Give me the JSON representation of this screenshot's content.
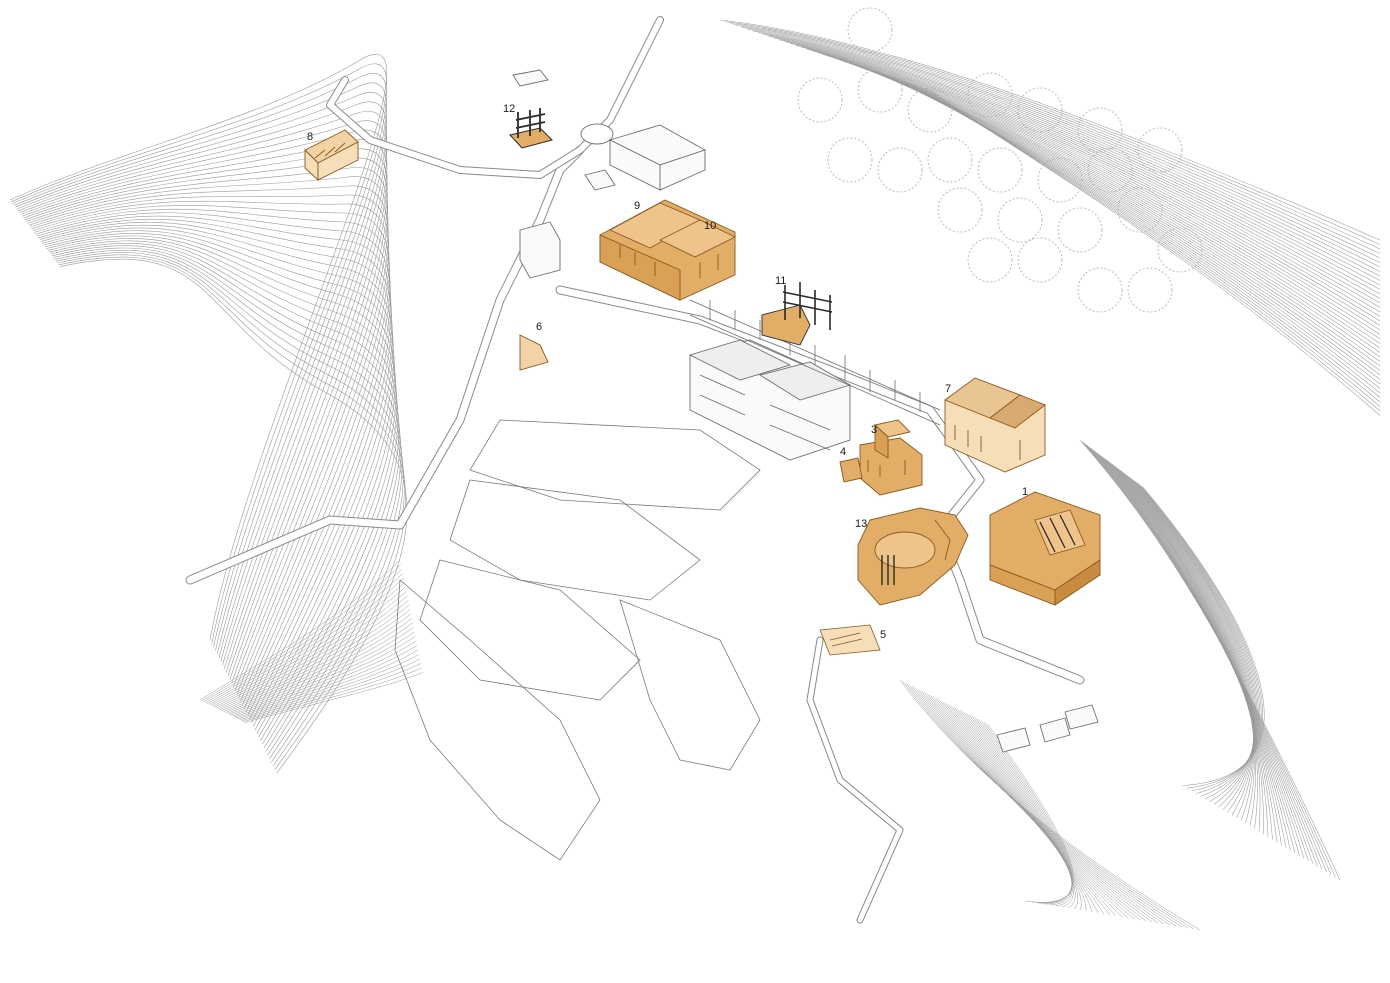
{
  "palette": {
    "background": "#ffffff",
    "contour": "#9a9a9a",
    "outline": "#6e6e6e",
    "highlight_fill": "#e2ad66",
    "highlight_dark": "#c88b3f",
    "highlight_light": "#f1d3a6",
    "tree": "#b5b5b5",
    "context_fill": "#f4f4f4"
  },
  "labels": [
    {
      "id": "1",
      "text": "1"
    },
    {
      "id": "3",
      "text": "3"
    },
    {
      "id": "4",
      "text": "4"
    },
    {
      "id": "5",
      "text": "5"
    },
    {
      "id": "6",
      "text": "6"
    },
    {
      "id": "7",
      "text": "7"
    },
    {
      "id": "8",
      "text": "8"
    },
    {
      "id": "9",
      "text": "9"
    },
    {
      "id": "10",
      "text": "10"
    },
    {
      "id": "11",
      "text": "11"
    },
    {
      "id": "12",
      "text": "12"
    },
    {
      "id": "13",
      "text": "13"
    }
  ]
}
